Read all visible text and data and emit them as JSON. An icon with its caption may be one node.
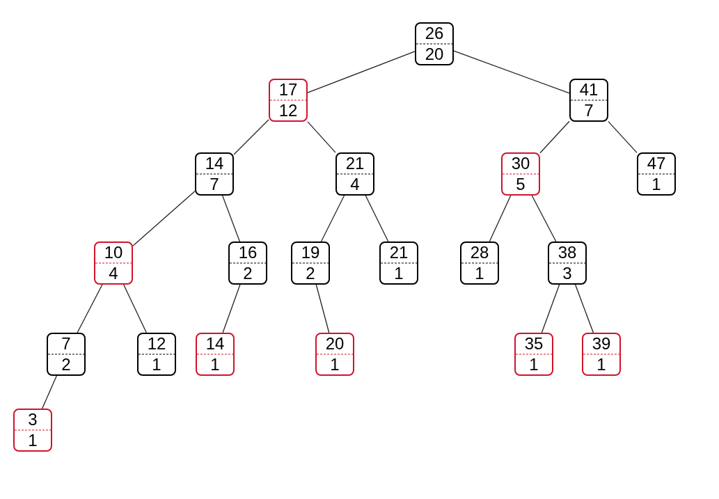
{
  "diagram": {
    "nodes": [
      {
        "text": [
          "26",
          "20"
        ]
      },
      {
        "text": [
          "17",
          "12"
        ]
      },
      {
        "text": [
          "41",
          "7"
        ]
      },
      {
        "text": [
          "14",
          "7"
        ]
      },
      {
        "text": [
          "21",
          "4"
        ]
      },
      {
        "text": [
          "30",
          "5"
        ]
      },
      {
        "text": [
          "47",
          "1"
        ]
      },
      {
        "text": [
          "10",
          "4"
        ]
      },
      {
        "text": [
          "16",
          "2"
        ]
      },
      {
        "text": [
          "19",
          "2"
        ]
      },
      {
        "text": [
          "21",
          "1"
        ]
      },
      {
        "text": [
          "28",
          "1"
        ]
      },
      {
        "text": [
          "38",
          "3"
        ]
      },
      {
        "text": [
          "7",
          "2"
        ]
      },
      {
        "text": [
          "12",
          "1"
        ]
      },
      {
        "text": [
          "14",
          "1"
        ]
      },
      {
        "text": [
          "20",
          "1"
        ]
      },
      {
        "text": [
          "35",
          "1"
        ]
      },
      {
        "text": [
          "39",
          "1"
        ]
      },
      {
        "text": [
          "3",
          "1"
        ]
      }
    ],
    "edges": [
      {
        "from": 0,
        "to": 1,
        "arrow": "none"
      },
      {
        "from": 0,
        "to": 2,
        "arrow": "none"
      },
      {
        "from": 1,
        "to": 3,
        "arrow": "none"
      },
      {
        "from": 1,
        "to": 4,
        "arrow": "none"
      },
      {
        "from": 2,
        "to": 5,
        "arrow": "none"
      },
      {
        "from": 2,
        "to": 6,
        "arrow": "none"
      },
      {
        "from": 3,
        "to": 7,
        "arrow": "none"
      },
      {
        "from": 3,
        "to": 8,
        "arrow": "none"
      },
      {
        "from": 4,
        "to": 9,
        "arrow": "none"
      },
      {
        "from": 4,
        "to": 10,
        "arrow": "none"
      },
      {
        "from": 5,
        "to": 11,
        "arrow": "none"
      },
      {
        "from": 5,
        "to": 12,
        "arrow": "none"
      },
      {
        "from": 7,
        "to": 13,
        "arrow": "none"
      },
      {
        "from": 7,
        "to": 14,
        "arrow": "none"
      },
      {
        "from": 8,
        "to": 15,
        "arrow": "none"
      },
      {
        "from": 9,
        "to": 16,
        "arrow": "none"
      },
      {
        "from": 12,
        "to": 17,
        "arrow": "none"
      },
      {
        "from": 12,
        "to": 18,
        "arrow": "none"
      },
      {
        "from": 13,
        "to": 19,
        "arrow": "none"
      }
    ]
  }
}
